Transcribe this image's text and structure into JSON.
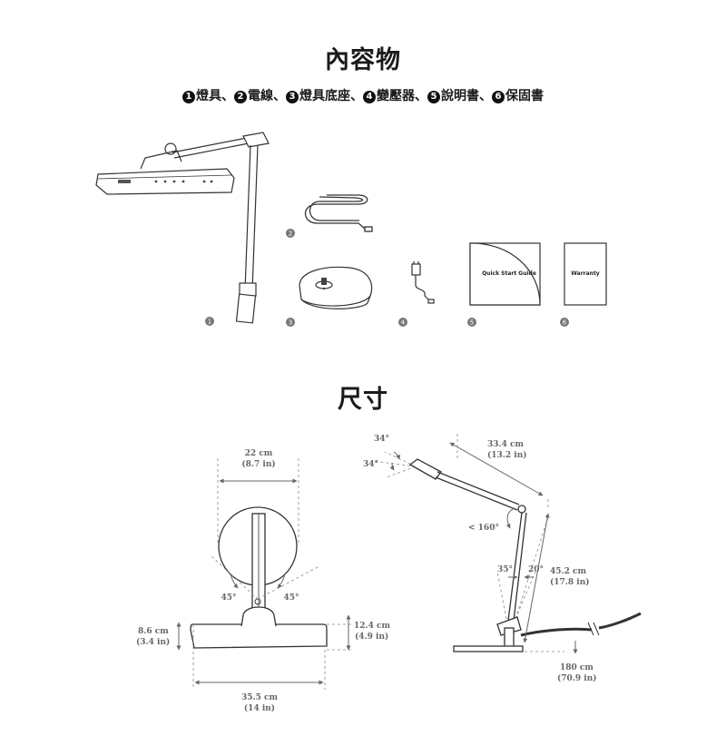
{
  "sections": {
    "contents_title": "內容物",
    "dimensions_title": "尺寸"
  },
  "contents_items": [
    {
      "num": "1",
      "label": "燈具"
    },
    {
      "num": "2",
      "label": "電線"
    },
    {
      "num": "3",
      "label": "燈具底座"
    },
    {
      "num": "4",
      "label": "變壓器"
    },
    {
      "num": "5",
      "label": "說明書"
    },
    {
      "num": "6",
      "label": "保固書"
    }
  ],
  "contents_separator": "、",
  "figure_numbers": [
    "1",
    "2",
    "3",
    "4",
    "5",
    "6"
  ],
  "booklets": {
    "quick_start": "Quick Start Guide",
    "warranty": "Warranty"
  },
  "dimensions": {
    "head_width_cm": "22 cm",
    "head_width_in": "(8.7 in)",
    "base_depth_cm": "8.6 cm",
    "base_depth_in": "(3.4 in)",
    "base_height_cm": "12.4 cm",
    "base_height_in": "(4.9 in)",
    "base_width_cm": "35.5 cm",
    "base_width_in": "(14 in)",
    "rotate_left": "45°",
    "rotate_right": "45°",
    "arm_length_cm": "33.4 cm",
    "arm_length_in": "(13.2 in)",
    "head_tilt_top": "34°",
    "head_tilt_bottom": "34°",
    "elbow_angle": "< 160°",
    "pole_tilt_back": "35°",
    "pole_tilt_front": "20°",
    "pole_height_cm": "45.2 cm",
    "pole_height_in": "(17.8 in)",
    "cable_length_cm": "180 cm",
    "cable_length_in": "(70.9 in)"
  }
}
